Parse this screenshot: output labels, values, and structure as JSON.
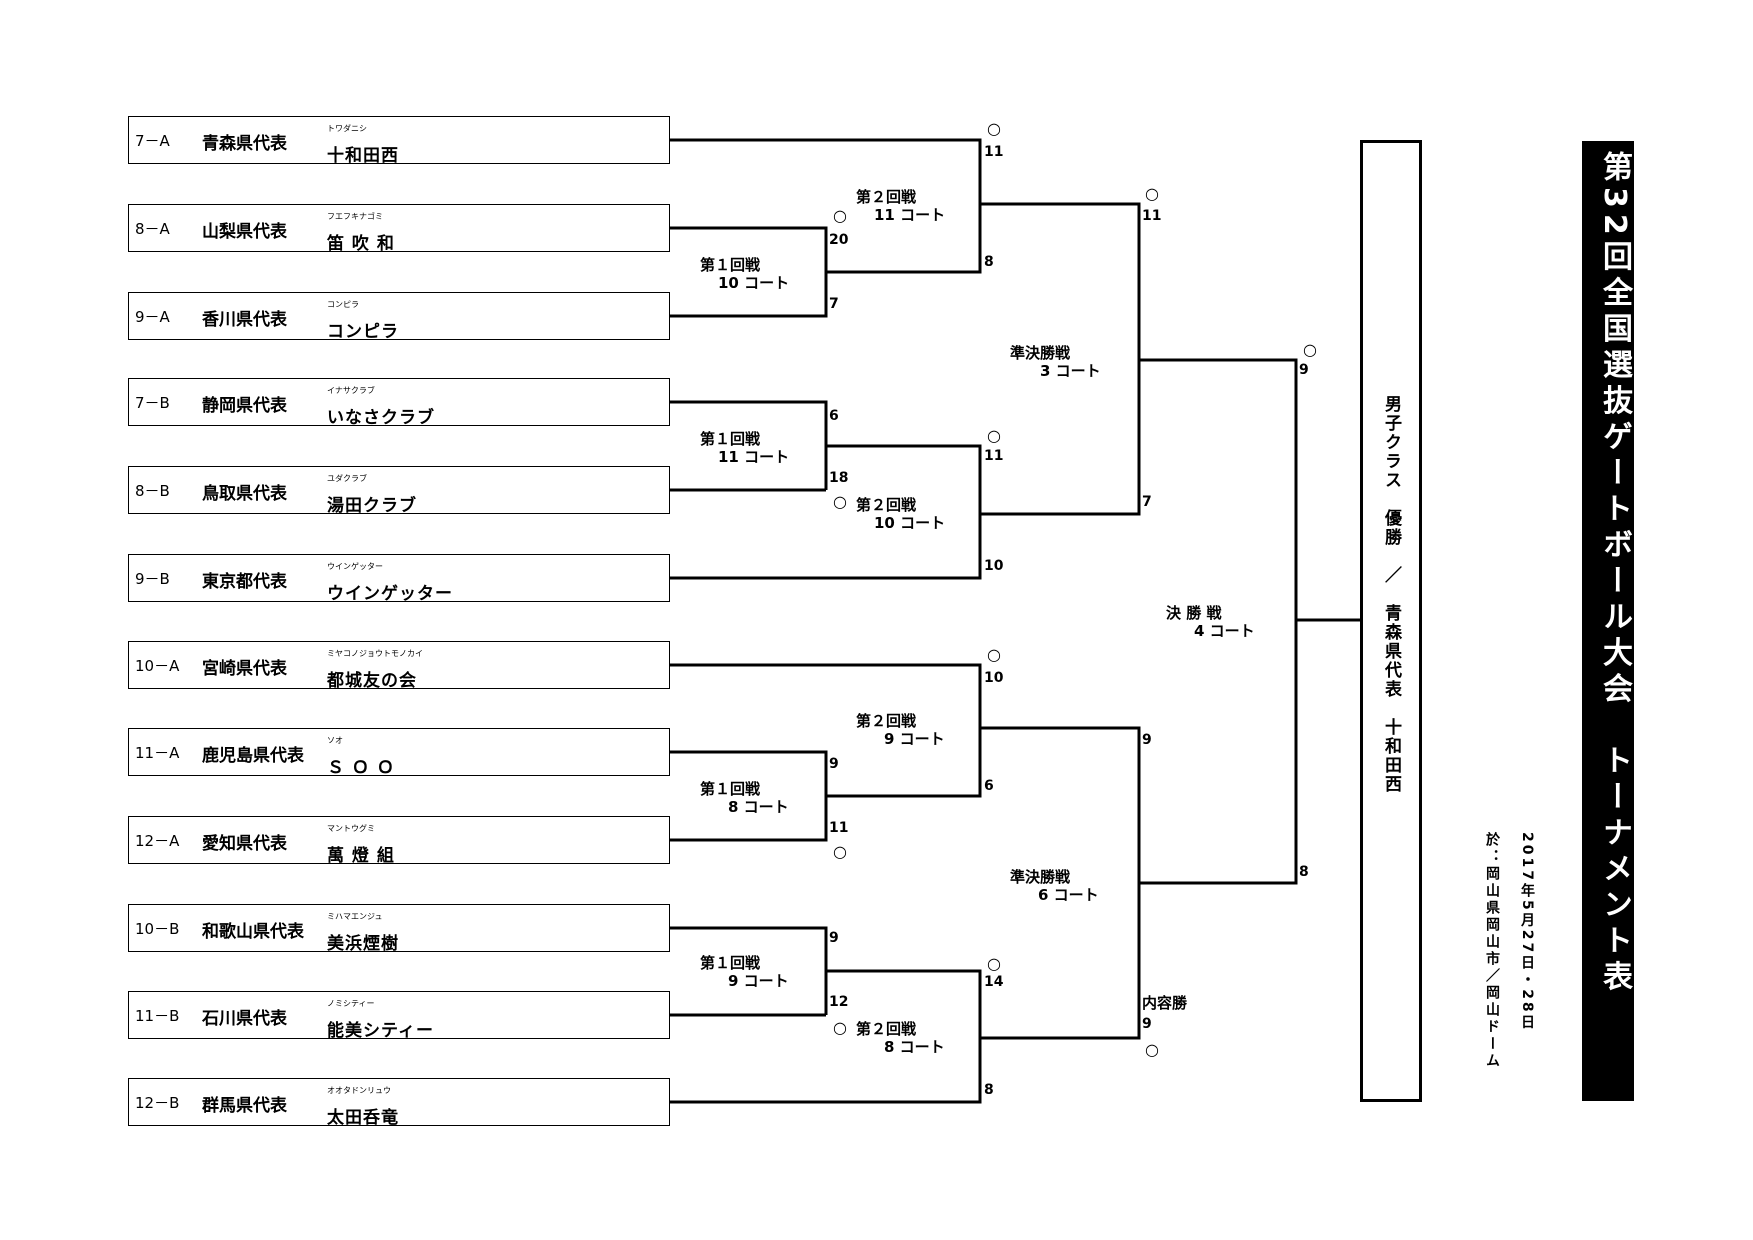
{
  "title": "第32回全国選抜ゲートボール大会　トーナメント表",
  "date": "2017年5月27日・28日",
  "venue": "於：岡山県岡山市／岡山ドーム",
  "champion": "男子クラス　優勝　／　青森県代表　十和田西",
  "teams": [
    {
      "seed": "7－A",
      "pref": "青森県代表",
      "kana": "トワダニシ",
      "name": "十和田西"
    },
    {
      "seed": "8－A",
      "pref": "山梨県代表",
      "kana": "フエフキナゴミ",
      "name": "笛 吹 和"
    },
    {
      "seed": "9－A",
      "pref": "香川県代表",
      "kana": "コンピラ",
      "name": "コンピラ"
    },
    {
      "seed": "7－B",
      "pref": "静岡県代表",
      "kana": "イナサクラブ",
      "name": "いなさクラブ"
    },
    {
      "seed": "8－B",
      "pref": "鳥取県代表",
      "kana": "ユダクラブ",
      "name": "湯田クラブ"
    },
    {
      "seed": "9－B",
      "pref": "東京都代表",
      "kana": "ウインゲッター",
      "name": "ウインゲッター"
    },
    {
      "seed": "10－A",
      "pref": "宮崎県代表",
      "kana": "ミヤコノジョウトモノカイ",
      "name": "都城友の会"
    },
    {
      "seed": "11－A",
      "pref": "鹿児島県代表",
      "kana": "ソオ",
      "name": "Ｓ Ｏ Ｏ"
    },
    {
      "seed": "12－A",
      "pref": "愛知県代表",
      "kana": "マントウグミ",
      "name": "萬 燈 組"
    },
    {
      "seed": "10－B",
      "pref": "和歌山県代表",
      "kana": "ミハマエンジュ",
      "name": "美浜煙樹"
    },
    {
      "seed": "11－B",
      "pref": "石川県代表",
      "kana": "ノミシティー",
      "name": "能美シティー"
    },
    {
      "seed": "12－B",
      "pref": "群馬県代表",
      "kana": "オオタドンリュウ",
      "name": "太田呑竜"
    }
  ],
  "matches": {
    "r1a": {
      "round": "第１回戦",
      "court": "10 コート",
      "scores": [
        "20",
        "7"
      ]
    },
    "r2a": {
      "round": "第２回戦",
      "court": "11 コート",
      "scores": [
        "11",
        "8"
      ]
    },
    "r1b": {
      "round": "第１回戦",
      "court": "11 コート",
      "scores": [
        "6",
        "18"
      ]
    },
    "r2b": {
      "round": "第２回戦",
      "court": "10 コート",
      "scores": [
        "11",
        "10"
      ]
    },
    "sf1": {
      "round": "準決勝戦",
      "court": "3 コート",
      "scores": [
        "11",
        "7"
      ]
    },
    "r2c": {
      "round": "第２回戦",
      "court": "9 コート",
      "scores": [
        "10",
        "6"
      ]
    },
    "r1c": {
      "round": "第１回戦",
      "court": "8 コート",
      "scores": [
        "9",
        "11"
      ]
    },
    "r1d": {
      "round": "第１回戦",
      "court": "9 コート",
      "scores": [
        "9",
        "12"
      ]
    },
    "r2d": {
      "round": "第２回戦",
      "court": "8 コート",
      "scores": [
        "14",
        "8"
      ]
    },
    "sf2": {
      "round": "準決勝戦",
      "court": "6 コート",
      "scores": [
        "9",
        "9"
      ],
      "note": "内容勝"
    },
    "final": {
      "round": "決 勝 戦",
      "court": "4 コート",
      "scores": [
        "9",
        "8"
      ]
    }
  },
  "win_mark": "○"
}
